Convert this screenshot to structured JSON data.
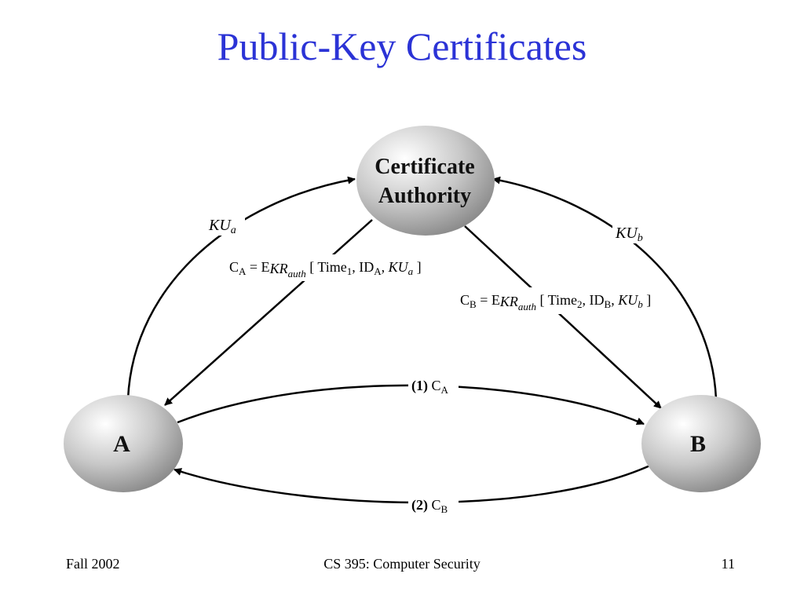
{
  "title": "Public-Key Certificates",
  "nodes": {
    "ca_line1": "Certificate",
    "ca_line2": "Authority",
    "a": "A",
    "b": "B"
  },
  "edges": {
    "ku_a": {
      "base": "KU",
      "sub": "a"
    },
    "ku_b": {
      "base": "KU",
      "sub": "b"
    },
    "cert_a": {
      "c": "C",
      "c_sub": "A",
      "eq": " = E",
      "kr": "KR",
      "kr_sub": "auth",
      "open": " [ Time",
      "time_sub": "1",
      "id": ", ID",
      "id_sub": "A",
      "sep": ", ",
      "ku": "KU",
      "ku_sub": "a",
      "close": " ]"
    },
    "cert_b": {
      "c": "C",
      "c_sub": "B",
      "eq": " = E",
      "kr": "KR",
      "kr_sub": "auth",
      "open": " [ Time",
      "time_sub": "2",
      "id": ", ID",
      "id_sub": "B",
      "sep": ", ",
      "ku": "KU",
      "ku_sub": "b",
      "close": " ]"
    },
    "step1": {
      "num": "(1)",
      "c": " C",
      "sub": "A"
    },
    "step2": {
      "num": "(2)",
      "c": " C",
      "sub": "B"
    }
  },
  "footer": {
    "left": "Fall 2002",
    "center": "CS 395: Computer Security",
    "right": "11"
  }
}
